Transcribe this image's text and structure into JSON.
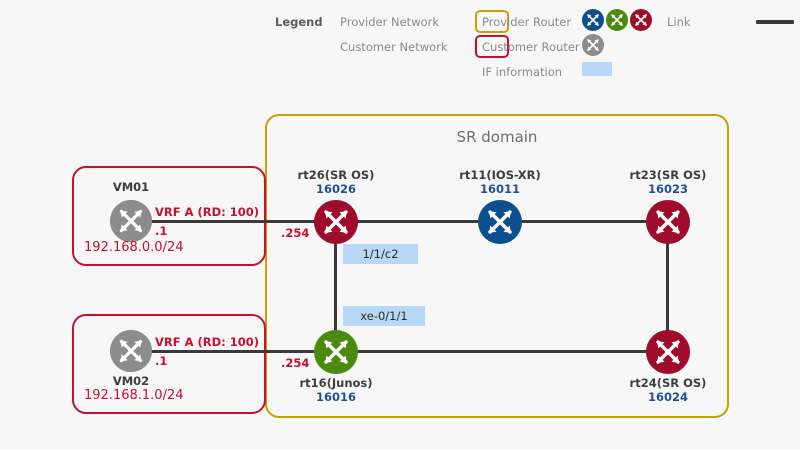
{
  "legend": {
    "title": "Legend",
    "items": [
      {
        "label": "Provider Network",
        "icon": "provider-network-swatch"
      },
      {
        "label": "Customer Network",
        "icon": "customer-network-swatch"
      },
      {
        "label": "Provider Router",
        "icon": "provider-router-icons"
      },
      {
        "label": "Customer Router",
        "icon": "customer-router-icon"
      },
      {
        "label": "IF information",
        "icon": "if-information-swatch"
      },
      {
        "label": "Link",
        "icon": "link-line-swatch"
      }
    ]
  },
  "domain": {
    "title": "SR domain",
    "border_color": "#c8a000"
  },
  "customer_networks": [
    {
      "name": "VM01",
      "subnet": "192.168.0.0/24",
      "vrf": "VRF A (RD: 100)",
      "host_ip": ".1",
      "gateway_ip": ".254",
      "border_color": "#c8102e"
    },
    {
      "name": "VM02",
      "subnet": "192.168.1.0/24",
      "vrf": "VRF A (RD: 100)",
      "host_ip": ".1",
      "gateway_ip": ".254",
      "border_color": "#c8102e"
    }
  ],
  "routers": [
    {
      "name": "rt26(SR OS)",
      "sid": "16026",
      "color": "#9e0b2b"
    },
    {
      "name": "rt11(IOS-XR)",
      "sid": "16011",
      "color": "#0b4f8f"
    },
    {
      "name": "rt23(SR OS)",
      "sid": "16023",
      "color": "#9e0b2b"
    },
    {
      "name": "rt16(Junos)",
      "sid": "16016",
      "color": "#4a8a0f"
    },
    {
      "name": "rt24(SR OS)",
      "sid": "16024",
      "color": "#9e0b2b"
    }
  ],
  "interfaces": [
    {
      "label": "1/1/c2"
    },
    {
      "label": "xe-0/1/1"
    }
  ],
  "colors": {
    "background": "#f7f7f7",
    "link": "#3a3a3a",
    "provider_border": "#c8a000",
    "customer_border": "#c8102e",
    "if_badge": "#b7d9f7",
    "sid_text": "#1f4e99",
    "customer_router": "#8c8c8c"
  }
}
